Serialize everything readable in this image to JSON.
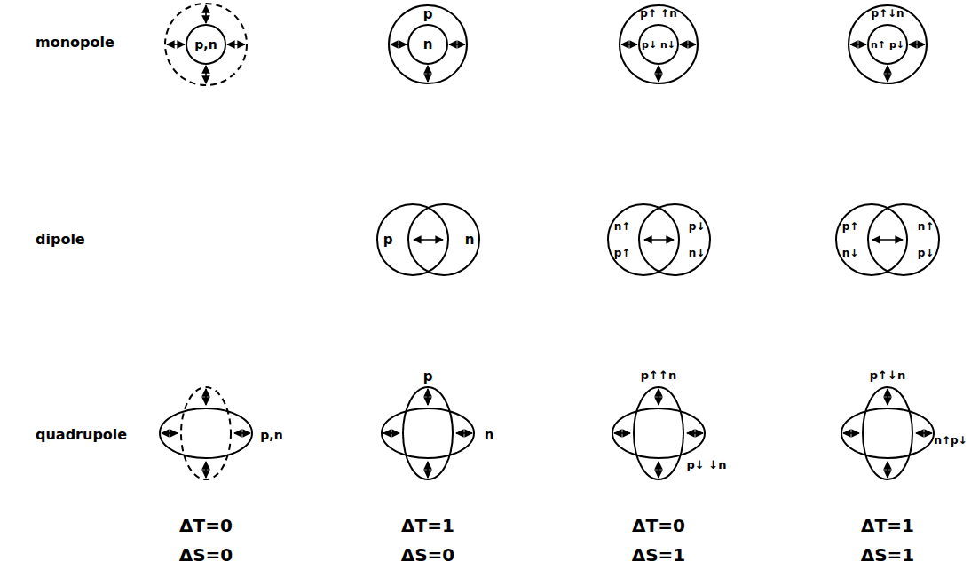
{
  "diagram": {
    "labels": [
      "monopole",
      "dipole",
      "quadrupole",
      "p,n",
      "p",
      "n",
      "p↑ ↑n",
      "p↓ n↓",
      "p↑↓n",
      "n↑ p↓",
      "p",
      "n",
      "n↑",
      "p↑",
      "p↓",
      "n↓",
      "p↑",
      "n↓",
      "n↑",
      "p↓",
      "p,n",
      "p",
      "n",
      "p↑↑n",
      "p↓ ↓n",
      "p↑↓n",
      "n↑p↓",
      "ΔT=0",
      "ΔS=0",
      "ΔT=1",
      "ΔS=0",
      "ΔT=0",
      "ΔS=1",
      "ΔT=1",
      "ΔS=1"
    ]
  }
}
